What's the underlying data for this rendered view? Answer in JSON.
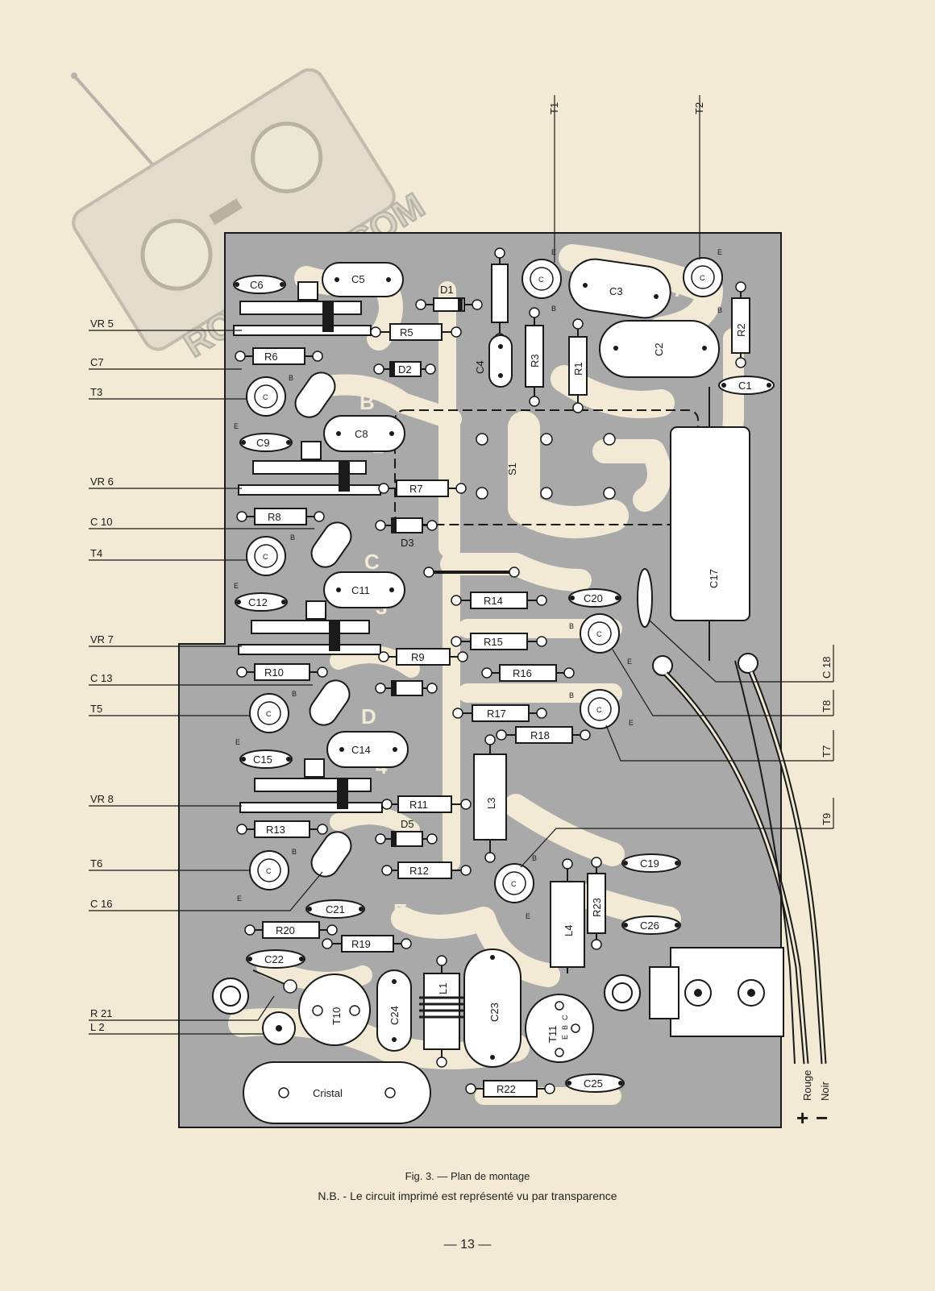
{
  "watermark": {
    "text": "RC-PAPER.COM"
  },
  "left_labels": [
    "VR 5",
    "C7",
    "T3",
    "VR 6",
    "C 10",
    "T4",
    "VR 7",
    "C 13",
    "T5",
    "VR 8",
    "T6",
    "C 16",
    "R 21",
    "L 2"
  ],
  "top_labels": [
    "T1",
    "T2"
  ],
  "right_labels": [
    "C 18",
    "T8",
    "T7",
    "T9"
  ],
  "wire_labels": {
    "rouge": "Rouge",
    "noir": "Noir",
    "plus": "+",
    "minus": "−"
  },
  "board": {
    "zones": [
      "A",
      "B",
      "C",
      "D",
      "E"
    ],
    "channel_numbers": [
      "1",
      "2",
      "3",
      "4"
    ],
    "resistors": [
      "R5",
      "R6",
      "R7",
      "R8",
      "R9",
      "R10",
      "R11",
      "R12",
      "R13",
      "R14",
      "R15",
      "R16",
      "R17",
      "R18",
      "R19",
      "R20",
      "R22",
      "R3",
      "R1",
      "R2",
      "R23"
    ],
    "capacitors": [
      "C6",
      "C5",
      "C3",
      "C2",
      "C4",
      "C1",
      "C8",
      "C9",
      "C11",
      "C12",
      "C14",
      "C15",
      "C20",
      "C19",
      "C21",
      "C22",
      "C24",
      "C23",
      "C25",
      "C26",
      "C17"
    ],
    "diodes": [
      "D1",
      "D2",
      "D3",
      "D5"
    ],
    "transistors": [
      "T10",
      "T11"
    ],
    "pins": {
      "e": "E",
      "b": "B",
      "c": "C"
    },
    "inductors": [
      "L3",
      "L4",
      "L1"
    ],
    "crystal": "Cristal",
    "switch": "S1"
  },
  "caption": {
    "title": "Fig. 3. — Plan de montage",
    "note": "N.B. - Le circuit imprimé est représenté vu par transparence"
  },
  "page_number": "— 13 —"
}
